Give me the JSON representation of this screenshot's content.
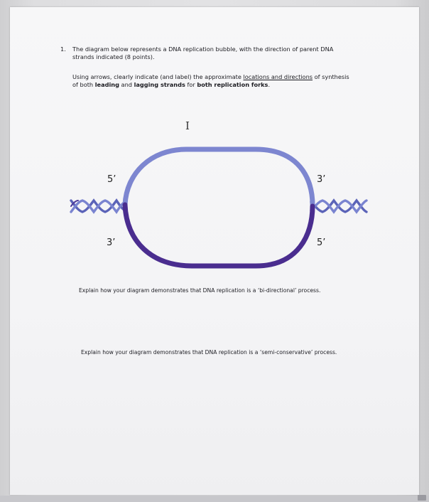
{
  "question": {
    "number": "1.",
    "intro_line1": "The diagram below represents a DNA replication bubble, with the direction of parent DNA",
    "intro_line2": "strands indicated (8 points).",
    "instr_a": "Using arrows, clearly indicate (and label) the approximate ",
    "instr_locations": "locations and directions",
    "instr_b": " of synthesis",
    "instr_c": "of both ",
    "instr_leading": "leading",
    "instr_d": " and ",
    "instr_lagging": "lagging strands",
    "instr_e": " for ",
    "instr_both": "both replication forks",
    "instr_f": "."
  },
  "diagram": {
    "label_top_left": "5’",
    "label_bottom_left": "3’",
    "label_top_right": "3’",
    "label_bottom_right": "5’",
    "top_strand_color": "#7d86d0",
    "bottom_strand_color": "#4a2d8f"
  },
  "explain": {
    "bidirectional": "Explain how your diagram demonstrates that DNA replication is a ‘bi-directional’ process.",
    "semiconservative": "Explain how your diagram demonstrates that DNA replication is a ‘semi-conservative’ process."
  }
}
